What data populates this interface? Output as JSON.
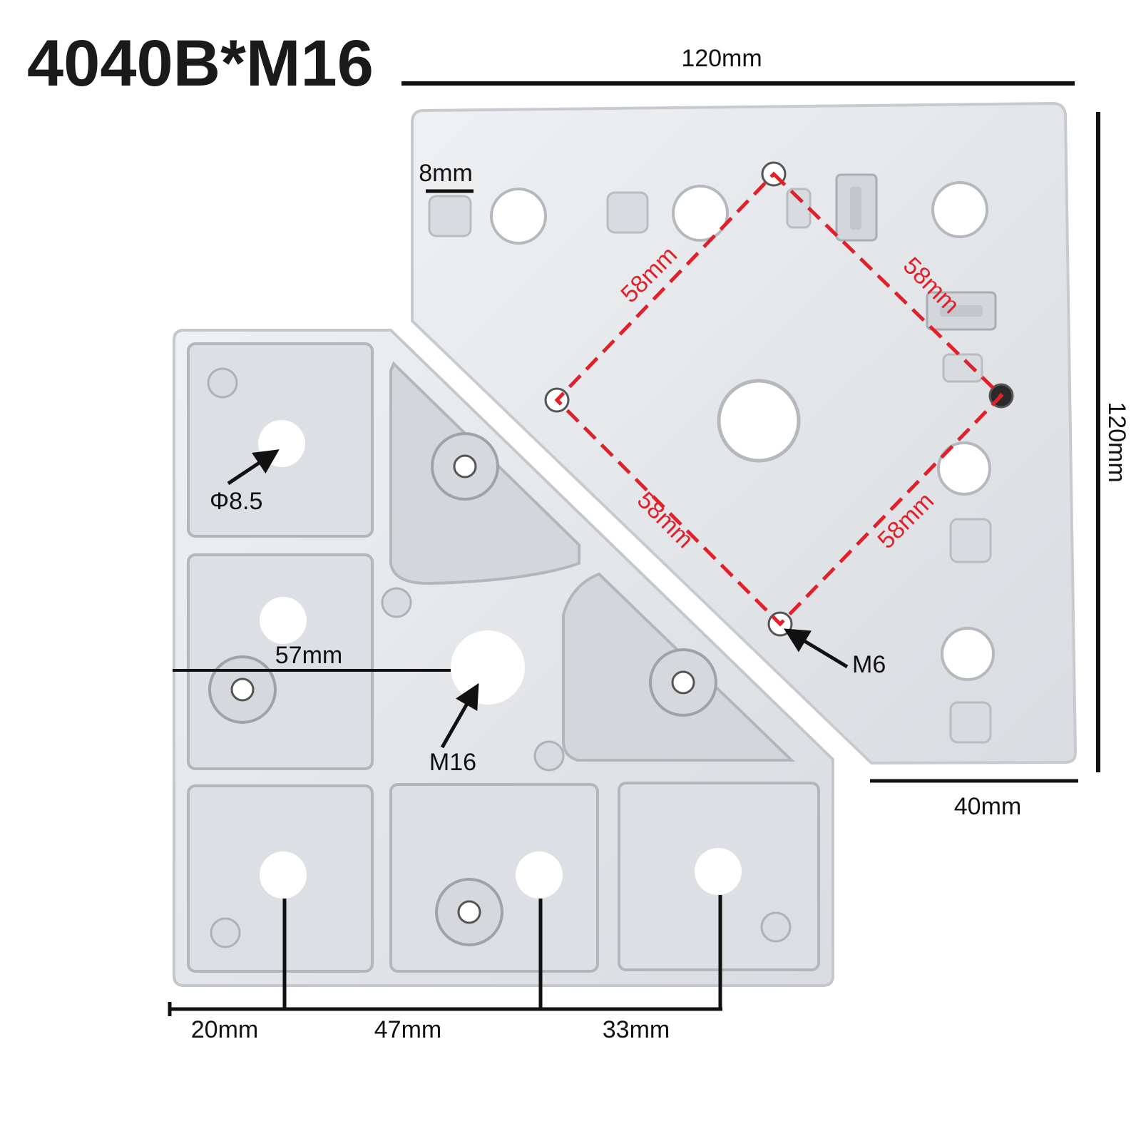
{
  "title": "4040B*M16",
  "dimensions": {
    "top_width": "120mm",
    "right_height": "120mm",
    "slot_width": "8mm",
    "base_offset": "40mm",
    "center_offset": "57mm",
    "bottom_a": "20mm",
    "bottom_b": "47mm",
    "bottom_c": "33mm"
  },
  "hole_labels": {
    "small_hole": "Φ8.5",
    "center_thread": "M16",
    "mount_thread": "M6"
  },
  "pattern": {
    "side_top_left": "58mm",
    "side_top_right": "58mm",
    "side_bottom_left": "58mm",
    "side_bottom_right": "58mm"
  },
  "colors": {
    "plate": "#e4e6e9",
    "plate_edge": "#c9ccd1",
    "pocket": "#d7dadf",
    "dimension_line": "#111111",
    "pattern_line": "#e0202a"
  }
}
